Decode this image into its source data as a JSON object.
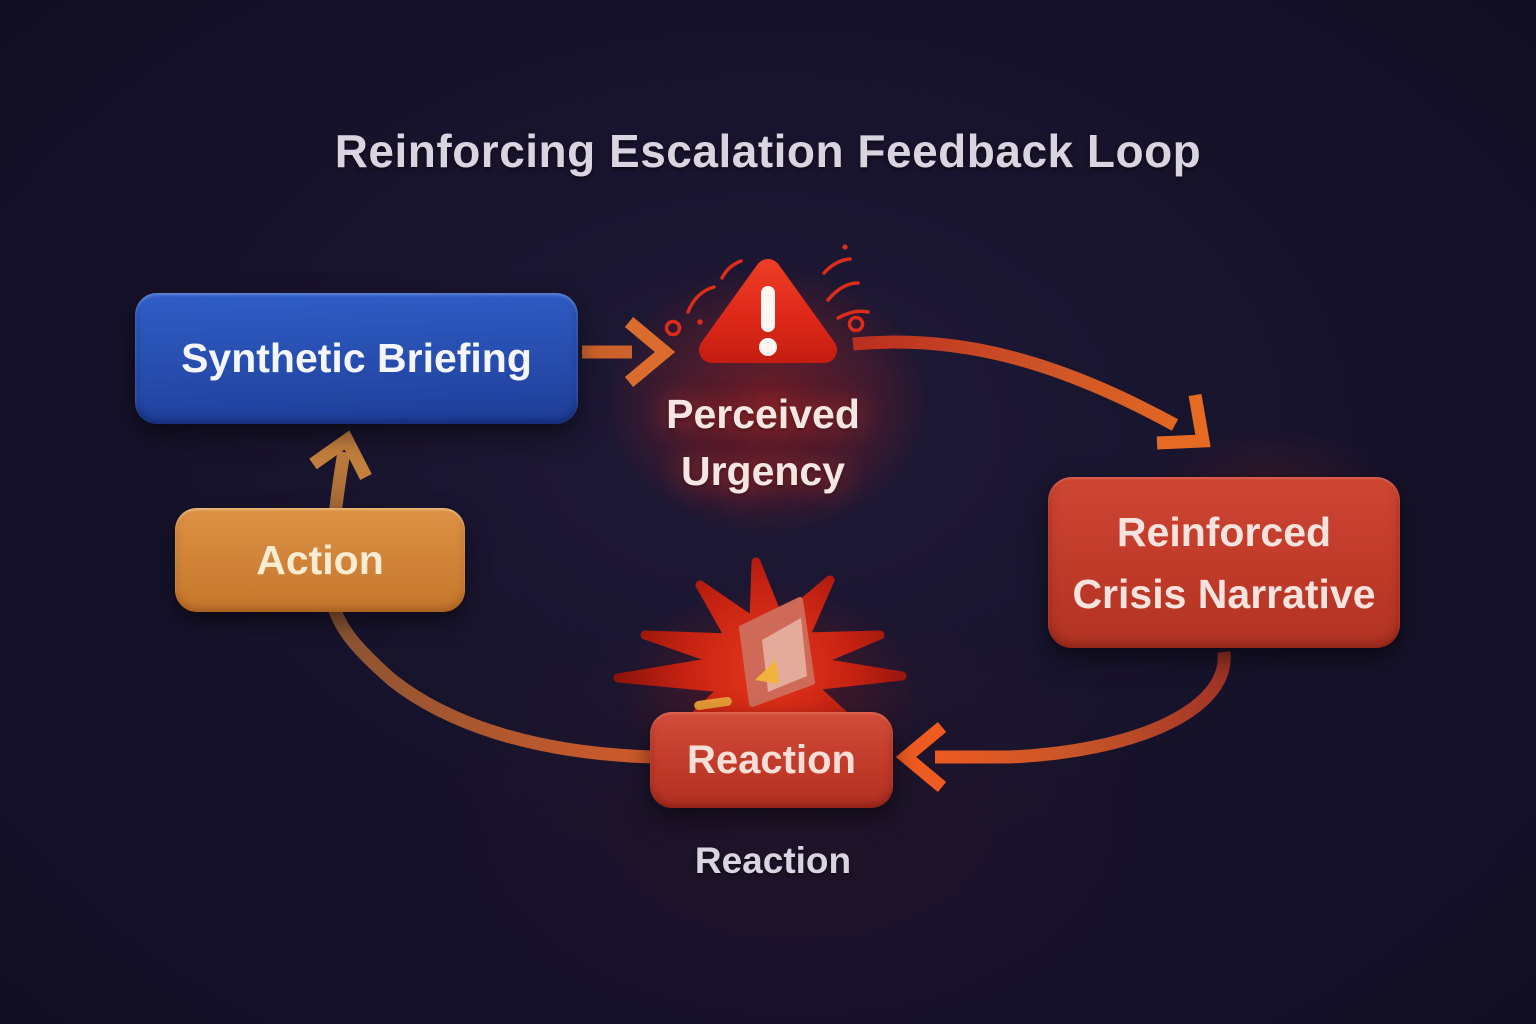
{
  "title": "Reinforcing Escalation Feedback Loop",
  "nodes": {
    "synthetic_briefing": {
      "label": "Synthetic Briefing",
      "color": "#2850b2"
    },
    "perceived_urgency": {
      "line1": "Perceived",
      "line2": "Urgency"
    },
    "reinforced_crisis_narrative": {
      "line1": "Reinforced",
      "line2": "Crisis Narrative",
      "color": "#c03a29"
    },
    "reaction": {
      "label": "Reaction",
      "color": "#c23a2a"
    },
    "action": {
      "label": "Action",
      "color": "#d08338"
    }
  },
  "captions": {
    "reaction": "Reaction"
  },
  "icons": {
    "warning": "warning-triangle-icon",
    "explosion": "explosion-splat-icon",
    "megaphone": "megaphone-icon"
  },
  "colors": {
    "background": "#16122a",
    "title_text": "#d8d5e1",
    "arrow_orange": "#d4692f",
    "arrow_red": "#c03122",
    "warning_red": "#e0301f",
    "node_text_light": "#f7e3de"
  }
}
